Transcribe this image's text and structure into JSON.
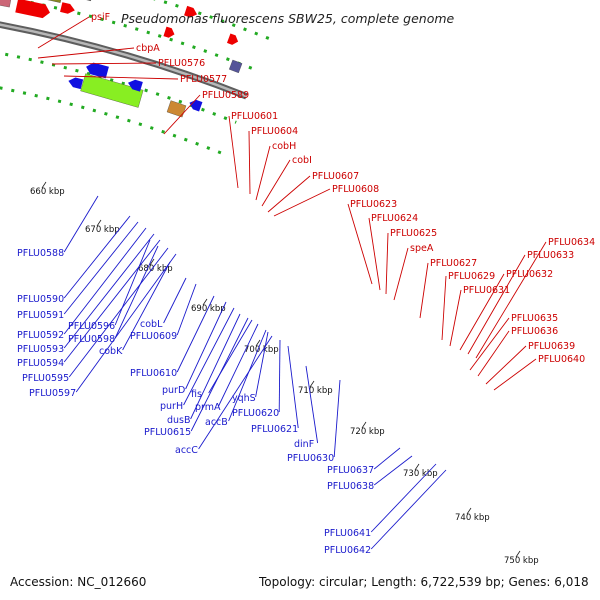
{
  "title": "Pseudomonas fluorescens SBW25, complete genome",
  "accession_text": "Accession: NC_012660",
  "summary_text": "Topology: circular; Length: 6,722,539 bp; Genes: 6,018",
  "colors": {
    "forward": "#ee0000",
    "reverse": "#1010e0",
    "backbone": "#8a8a8a",
    "tick": "#22aa22",
    "label_red": "#cc0000",
    "label_blue": "#1a1acc"
  },
  "kbp_ticks": [
    "660 kbp",
    "670 kbp",
    "680 kbp",
    "690 kbp",
    "700 kbp",
    "710 kbp",
    "720 kbp",
    "730 kbp",
    "740 kbp",
    "750 kbp"
  ],
  "forward_labels": [
    "psiF",
    "cbpA",
    "PFLU0576",
    "PFLU0577",
    "PFLU0589",
    "PFLU0601",
    "PFLU0604",
    "cobH",
    "cobI",
    "PFLU0607",
    "PFLU0608",
    "PFLU0623",
    "PFLU0624",
    "PFLU0625",
    "speA",
    "PFLU0627",
    "PFLU0629",
    "PFLU0631",
    "PFLU0632",
    "PFLU0633",
    "PFLU0634",
    "PFLU0635",
    "PFLU0636",
    "PFLU0639",
    "PFLU0640"
  ],
  "reverse_labels": [
    "PFLU0588",
    "PFLU0590",
    "PFLU0591",
    "PFLU0592",
    "PFLU0593",
    "PFLU0594",
    "PFLU0595",
    "PFLU0597",
    "PFLU0596",
    "PFLU0598",
    "cobK",
    "cobL",
    "PFLU0609",
    "PFLU0610",
    "purD",
    "purH",
    "dusB",
    "PFLU0615",
    "fis",
    "prmA",
    "accB",
    "accC",
    "yqhS",
    "PFLU0620",
    "PFLU0621",
    "dinF",
    "PFLU0630",
    "PFLU0637",
    "PFLU0638",
    "PFLU0641",
    "PFLU0642"
  ]
}
